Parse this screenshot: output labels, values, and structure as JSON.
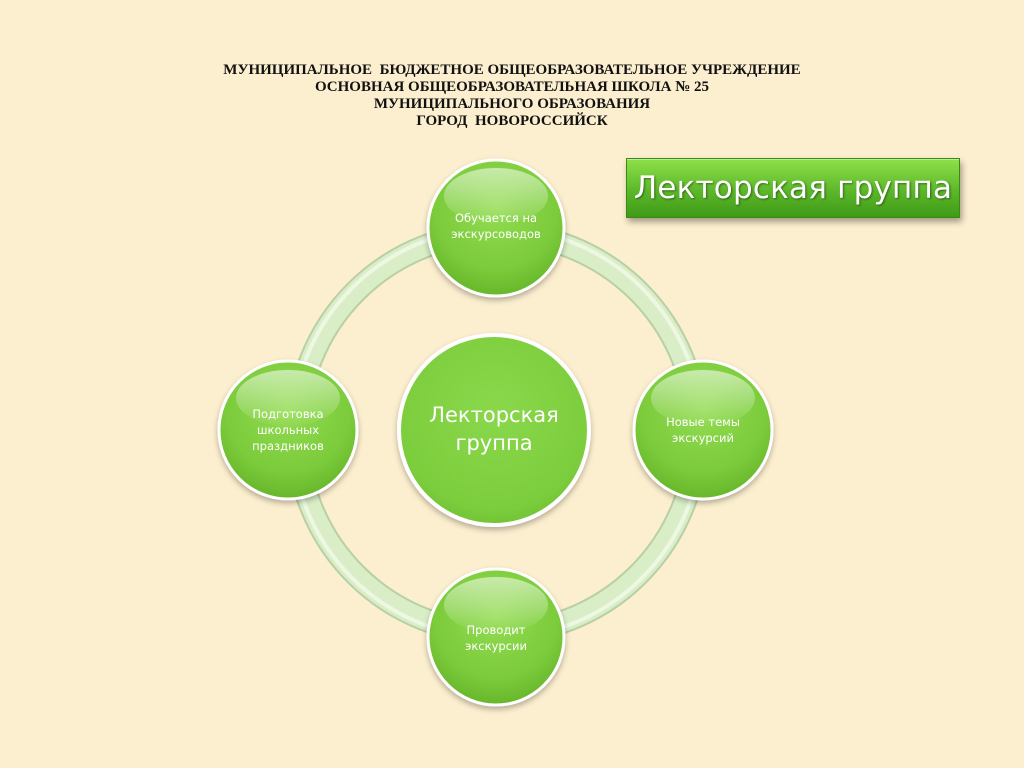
{
  "header": {
    "lines": [
      "МУНИЦИПАЛЬНОЕ  БЮДЖЕТНОЕ ОБЩЕОБРАЗОВАТЕЛЬНОЕ УЧРЕЖДЕНИЕ",
      "ОСНОВНАЯ ОБЩЕОБРАЗОВАТЕЛЬНАЯ ШКОЛА № 25",
      "МУНИЦИПАЛЬНОГО ОБРАЗОВАНИЯ",
      "ГОРОД  НОВОРОССИЙСК"
    ]
  },
  "title_box": {
    "label": "Лекторская группа"
  },
  "diagram": {
    "center": {
      "line1": "Лекторская",
      "line2": "группа"
    },
    "nodes": {
      "top": {
        "line1": "Обучается на",
        "line2": "экскурсоводов"
      },
      "right": {
        "line1": "Новые темы",
        "line2": "экскурсий"
      },
      "bottom": {
        "line1": "Проводит",
        "line2": "экскурсии"
      },
      "left": {
        "line1": "Подготовка",
        "line2": "школьных",
        "line3": "праздников"
      }
    }
  },
  "colors": {
    "background": "#fcefcf",
    "node_green": "#7fcf3f",
    "ring": "#d5ebc0",
    "title_green": "#5cb82a"
  }
}
